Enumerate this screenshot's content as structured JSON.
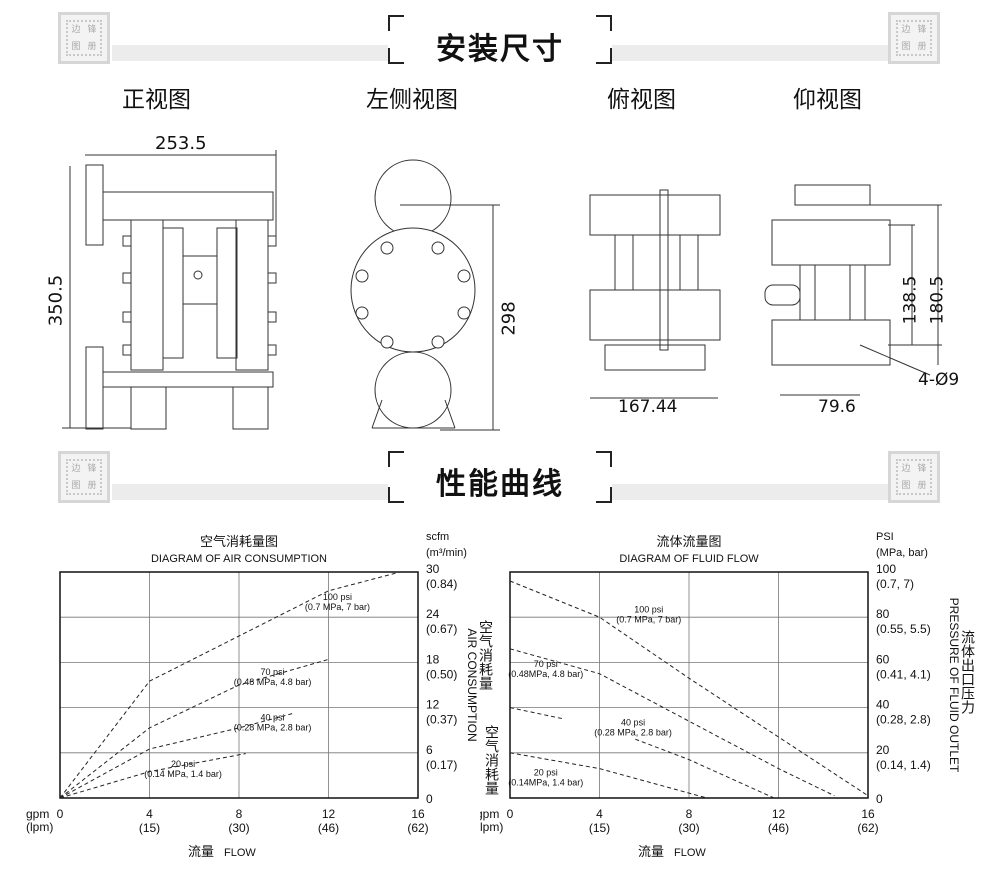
{
  "sections": {
    "dimensions_title": "安装尺寸",
    "performance_title": "性能曲线",
    "logo_text": [
      "边",
      "锋",
      "图",
      "册"
    ]
  },
  "views": {
    "front": {
      "label": "正视图",
      "width_dim": "253.5",
      "height_dim": "350.5"
    },
    "left_side": {
      "label": "左侧视图",
      "height_dim": "298"
    },
    "top": {
      "label": "俯视图",
      "width_dim": "167.44"
    },
    "bottom": {
      "label": "仰视图",
      "height_dim_inner": "138.5",
      "height_dim_outer": "180.5",
      "hole_dim": "4-Ø9",
      "width_dim": "79.6"
    }
  },
  "chart_data": [
    {
      "type": "line",
      "title_cn": "空气消耗量图",
      "title": "DIAGRAM OF AIR CONSUMPTION",
      "xlabel_cn": "流量",
      "xlabel": "FLOW",
      "x_unit": "gpm",
      "x_unit2": "(lpm)",
      "y_unit": "scfm",
      "y_unit2": "(m³/min)",
      "ylabel": "AIR CONSUMPTION",
      "ylabel_cn": "空气消耗量",
      "xlim": [
        0,
        16
      ],
      "ylim": [
        0,
        30
      ],
      "grid": true,
      "x_ticks": [
        "0",
        "4",
        "8",
        "12",
        "16"
      ],
      "x_ticks2": [
        "",
        "(15)",
        "(30)",
        "(46)",
        "(62)"
      ],
      "y_ticks": [
        "0",
        "6",
        "12",
        "18",
        "24",
        "30"
      ],
      "y_ticks2": [
        "",
        "(0.17)",
        "(0.37)",
        "(0.50)",
        "(0.67)",
        "(0.84)"
      ],
      "series": [
        {
          "name": "100 psi",
          "sub": "(0.7 MPa, 7 bar)",
          "x": [
            0,
            4,
            8,
            12,
            15.2
          ],
          "y": [
            0,
            15.5,
            21.5,
            27.5,
            30
          ]
        },
        {
          "name": "70 psi",
          "sub": "(0.48 MPa, 4.8 bar)",
          "x": [
            0,
            4,
            8,
            12
          ],
          "y": [
            0,
            9.3,
            15,
            18.4
          ]
        },
        {
          "name": "40 psi",
          "sub": "(0.28 MPa, 2.8 bar)",
          "x": [
            0,
            4,
            8,
            10.5
          ],
          "y": [
            0,
            6.5,
            9.3,
            11.3
          ]
        },
        {
          "name": "20 psi",
          "sub": "(0.14 MPa, 1.4 bar)",
          "x": [
            0,
            4,
            8.3
          ],
          "y": [
            0,
            3.5,
            5.9
          ]
        }
      ]
    },
    {
      "type": "line",
      "title_cn": "流体流量图",
      "title": "DIAGRAM OF FLUID FLOW",
      "xlabel_cn": "流量",
      "xlabel": "FLOW",
      "x_unit": "gpm",
      "x_unit2": "(lpm)",
      "y_unit": "PSI",
      "y_unit2": "(MPa, bar)",
      "ylabel": "PRESSURE OF FLUID OUTLET",
      "ylabel_cn": "流体出口压力",
      "left_label_cn": "空气消耗量",
      "xlim": [
        0,
        16
      ],
      "ylim": [
        0,
        100
      ],
      "grid": true,
      "x_ticks": [
        "0",
        "4",
        "8",
        "12",
        "16"
      ],
      "x_ticks2": [
        "",
        "(15)",
        "(30)",
        "(46)",
        "(62)"
      ],
      "y_ticks": [
        "0",
        "20",
        "40",
        "60",
        "80",
        "100"
      ],
      "y_ticks2": [
        "",
        "(0.14, 1.4)",
        "(0.28, 2.8)",
        "(0.41, 4.1)",
        "(0.55, 5.5)",
        "(0.7, 7)"
      ],
      "series": [
        {
          "name": "100 psi",
          "sub": "(0.7 MPa, 7 bar)",
          "x": [
            0,
            4,
            8,
            12,
            16
          ],
          "y": [
            96,
            80,
            53,
            27,
            1
          ]
        },
        {
          "name": "70 psi",
          "sub": "(0.48MPa, 4.8 bar)",
          "x": [
            0,
            4,
            8,
            12,
            14.5
          ],
          "y": [
            66,
            55,
            34,
            13,
            1
          ]
        },
        {
          "name": "40 psi",
          "sub": "(0.28 MPa, 2.8 bar)",
          "x": [
            0,
            2.4,
            5.6,
            8,
            11.8
          ],
          "y": [
            40,
            35,
            26,
            17,
            0
          ],
          "gap_after": 1
        },
        {
          "name": "20 psi",
          "sub": "(0.14MPa, 1.4 bar)",
          "x": [
            0,
            4,
            8.8
          ],
          "y": [
            20,
            13,
            0
          ]
        }
      ]
    }
  ]
}
